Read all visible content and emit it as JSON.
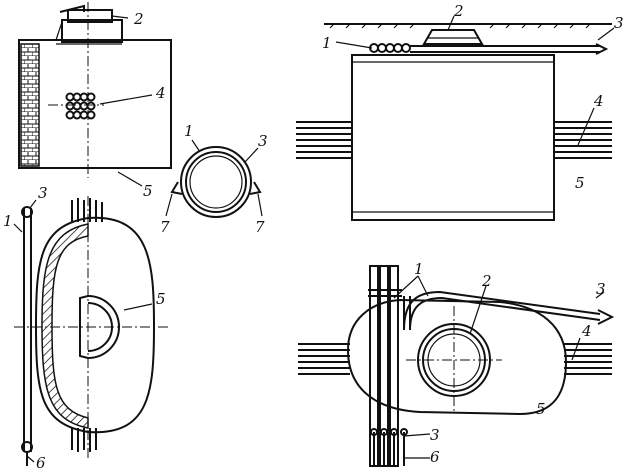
{
  "figure": {
    "labels": {
      "v1_2": "2",
      "v1_4": "4",
      "v1_5": "5",
      "v2_1": "1",
      "v2_3": "3",
      "v2_7a": "7",
      "v2_7b": "7",
      "v3_1": "1",
      "v3_3": "3",
      "v3_5": "5",
      "v3_6": "6",
      "v4_1": "1",
      "v4_2": "2",
      "v4_3": "3",
      "v4_4": "4",
      "v4_5": "5",
      "v5_1": "1",
      "v5_2": "2",
      "v5_3a": "3",
      "v5_3b": "3",
      "v5_4": "4",
      "v5_5": "5",
      "v5_6": "6"
    }
  }
}
